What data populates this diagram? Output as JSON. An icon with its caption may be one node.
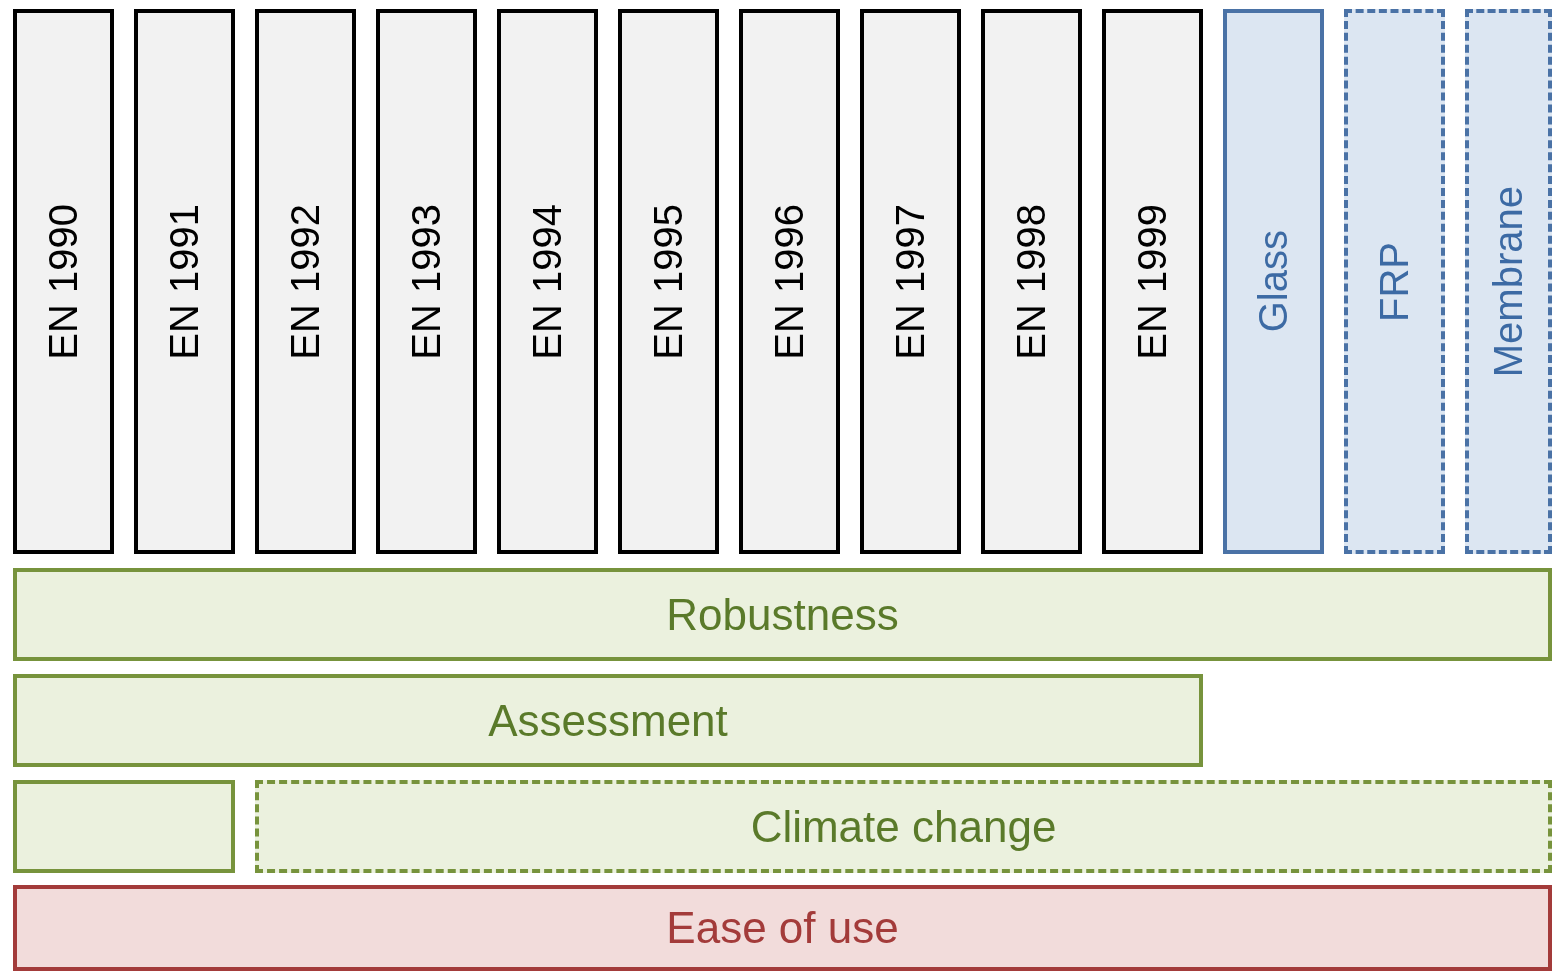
{
  "diagram": {
    "nodes": [
      {
        "text": [
          "EN 1990"
        ]
      },
      {
        "text": [
          "EN 1991"
        ]
      },
      {
        "text": [
          "EN 1992"
        ]
      },
      {
        "text": [
          "EN 1993"
        ]
      },
      {
        "text": [
          "EN 1994"
        ]
      },
      {
        "text": [
          "EN 1995"
        ]
      },
      {
        "text": [
          "EN 1996"
        ]
      },
      {
        "text": [
          "EN 1997"
        ]
      },
      {
        "text": [
          "EN 1998"
        ]
      },
      {
        "text": [
          "EN 1999"
        ]
      },
      {
        "text": [
          "Glass"
        ]
      },
      {
        "text": [
          "FRP"
        ]
      },
      {
        "text": [
          "Membrane"
        ]
      },
      {
        "text": [
          "Robustness"
        ]
      },
      {
        "text": [
          "Assessment"
        ]
      },
      {
        "text": [],
        "shape": "box"
      },
      {
        "text": [
          "Climate change"
        ]
      },
      {
        "text": [
          "Ease of use"
        ]
      }
    ]
  }
}
